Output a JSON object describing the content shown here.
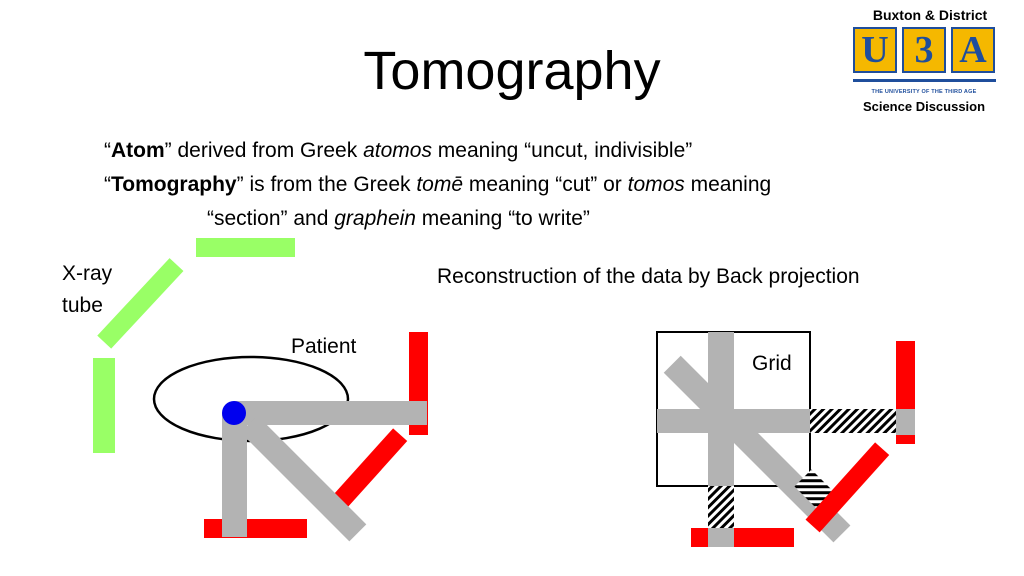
{
  "slide": {
    "title": "Tomography",
    "lines": {
      "line1": {
        "q_open": "“",
        "atom": "Atom",
        "q_close": "”",
        "derived": " derived from Greek ",
        "atomos": "atomos",
        "meaning": " meaning “uncut, indivisible”"
      },
      "line2": {
        "q_open": "“",
        "tomography": "Tomography",
        "q_close": "”",
        "from": " is from the Greek ",
        "tome": "tomē",
        "meaning_cut": " meaning “cut” or ",
        "tomos": "tomos",
        "meaning_end": " meaning"
      },
      "line3": {
        "section": "“section” and ",
        "graphein": "graphein",
        "meaning_write": " meaning “to write”"
      }
    }
  },
  "logo": {
    "top": "Buxton & District",
    "letters": [
      "U",
      "3",
      "A"
    ],
    "subtitle": "THE UNIVERSITY OF THE THIRD AGE",
    "bottom": "Science Discussion"
  },
  "diagram": {
    "xray_label_line1": "X-ray",
    "xray_label_line2": "tube",
    "patient_label": "Patient",
    "recon_label": "Reconstruction of the data by Back projection",
    "grid_label": "Grid"
  },
  "colors": {
    "tube": "#99ff66",
    "detector": "#ff0000",
    "beam": "#b3b3b3",
    "point": "#0000ee",
    "logo_gold": "#f5b800",
    "logo_blue": "#1f4e9c"
  }
}
